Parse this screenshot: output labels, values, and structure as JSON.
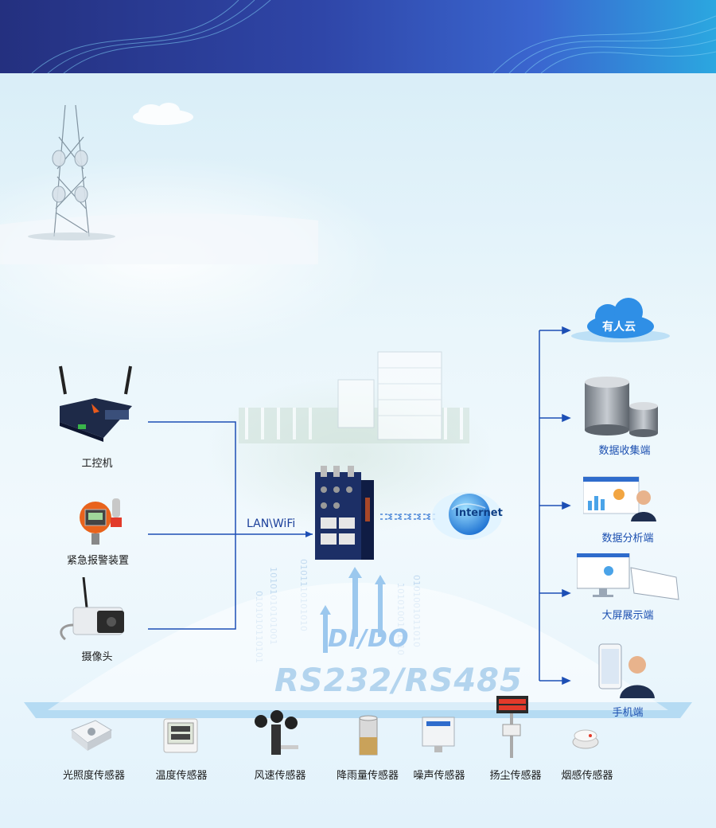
{
  "left_devices": [
    {
      "label": "工控机"
    },
    {
      "label": "紧急报警装置"
    },
    {
      "label": "摄像头"
    }
  ],
  "link_label": "LAN\\WiFi",
  "internet_label": "Internet",
  "bus_labels": {
    "dido": "DI/DO",
    "serial": "RS232/RS485"
  },
  "right_outputs": [
    {
      "label": "有人云"
    },
    {
      "label": "数据收集端"
    },
    {
      "label": "数据分析端"
    },
    {
      "label": "大屏展示端"
    },
    {
      "label": "手机端"
    }
  ],
  "sensors": [
    {
      "label": "光照度传感器"
    },
    {
      "label": "温度传感器"
    },
    {
      "label": "风速传感器"
    },
    {
      "label": "降雨量传感器"
    },
    {
      "label": "噪声传感器"
    },
    {
      "label": "扬尘传感器"
    },
    {
      "label": "烟感传感器"
    }
  ],
  "colors": {
    "line": "#1d4fb5",
    "banner": "#2f46a8",
    "cloud": "#2f8fe6"
  }
}
